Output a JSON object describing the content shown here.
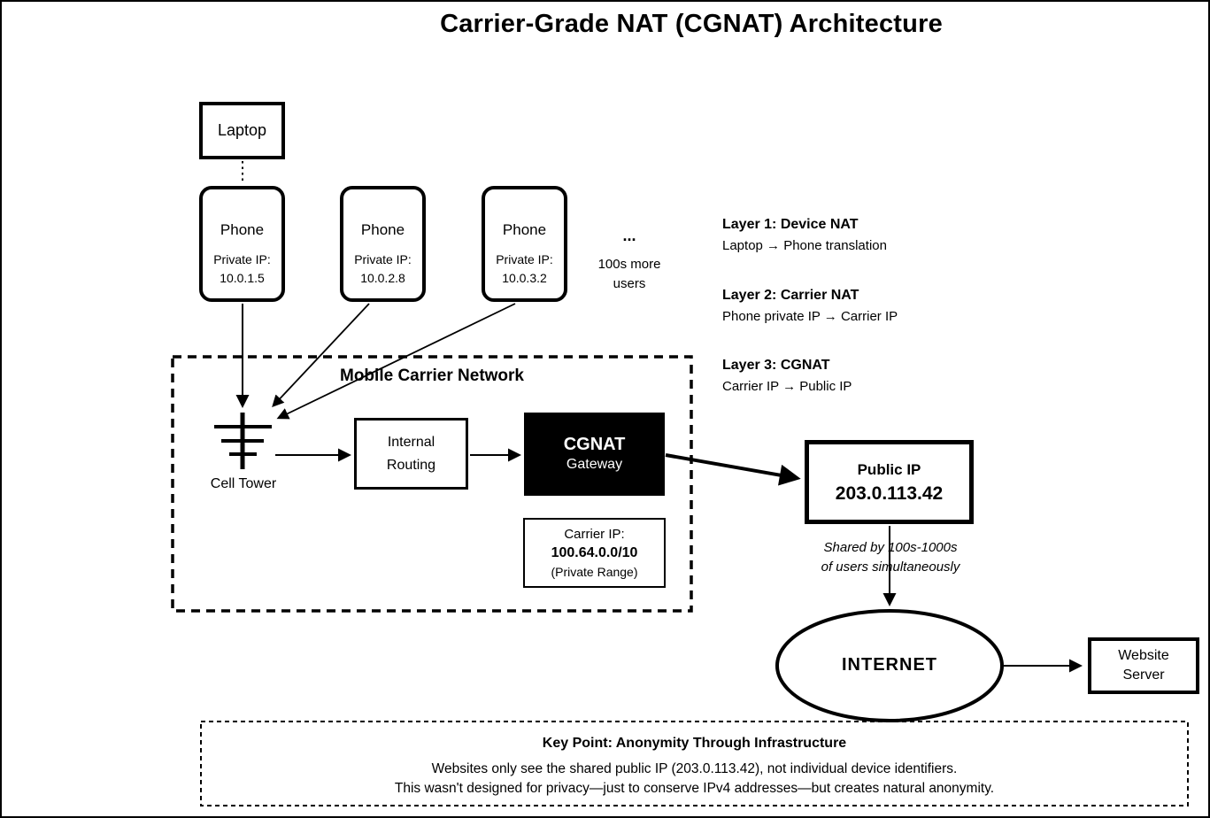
{
  "title": "Carrier-Grade NAT (CGNAT) Architecture",
  "devices": {
    "laptop": {
      "label": "Laptop"
    },
    "phones": [
      {
        "label": "Phone",
        "ip_label": "Private IP:",
        "ip": "10.0.1.5"
      },
      {
        "label": "Phone",
        "ip_label": "Private IP:",
        "ip": "10.0.2.8"
      },
      {
        "label": "Phone",
        "ip_label": "Private IP:",
        "ip": "10.0.3.2"
      }
    ],
    "more_users": {
      "ellipsis": "...",
      "line1": "100s more",
      "line2": "users"
    }
  },
  "layers": [
    {
      "heading": "Layer 1: Device NAT",
      "detail": "Laptop → Phone translation"
    },
    {
      "heading": "Layer 2: Carrier NAT",
      "detail": "Phone private IP → Carrier IP"
    },
    {
      "heading": "Layer 3: CGNAT",
      "detail": "Carrier IP → Public IP"
    }
  ],
  "carrier_network": {
    "title": "Mobile Carrier Network",
    "cell_tower_label": "Cell Tower",
    "internal_routing": {
      "line1": "Internal",
      "line2": "Routing"
    },
    "cgnat_gateway": {
      "line1": "CGNAT",
      "line2": "Gateway"
    },
    "carrier_ip": {
      "label": "Carrier IP:",
      "range": "100.64.0.0/10",
      "note": "(Private Range)"
    }
  },
  "public_ip": {
    "label": "Public IP",
    "address": "203.0.113.42"
  },
  "shared_note": {
    "line1": "Shared by 100s-1000s",
    "line2": "of users simultaneously"
  },
  "internet": {
    "label": "INTERNET"
  },
  "website_server": {
    "line1": "Website",
    "line2": "Server"
  },
  "key_point": {
    "title": "Key Point: Anonymity Through Infrastructure",
    "line1": "Websites only see the shared public IP (203.0.113.42), not individual device identifiers.",
    "line2": "This wasn't designed for privacy—just to conserve IPv4 addresses—but creates natural anonymity."
  },
  "colors": {
    "ink": "#000000",
    "background": "#ffffff",
    "gateway_bg": "#000000",
    "gateway_text": "#ffffff"
  }
}
